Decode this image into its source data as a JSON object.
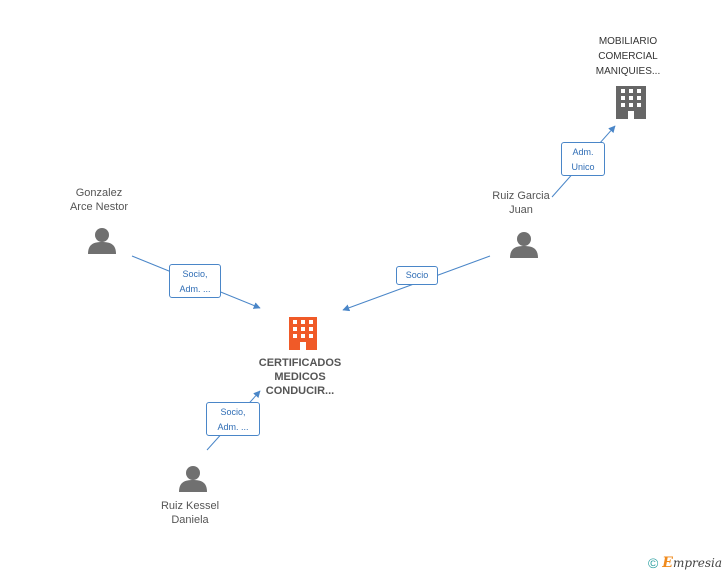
{
  "nodes": {
    "main_company": {
      "name_lines": [
        "CERTIFICADOS",
        "MEDICOS",
        "CONDUCIR..."
      ],
      "icon": "building-icon",
      "color": "#f05a28"
    },
    "other_company": {
      "name_lines": [
        "MOBILIARIO",
        "COMERCIAL",
        "MANIQUIES..."
      ],
      "icon": "building-icon",
      "color": "#666666"
    },
    "person_gonzalez": {
      "name_lines": [
        "Gonzalez",
        "Arce Nestor"
      ],
      "icon": "person-icon"
    },
    "person_ruiz_garcia": {
      "name_lines": [
        "Ruiz Garcia",
        "Juan"
      ],
      "icon": "person-icon"
    },
    "person_ruiz_kessel": {
      "name_lines": [
        "Ruiz Kessel",
        "Daniela"
      ],
      "icon": "person-icon"
    }
  },
  "relations": {
    "gonzalez_to_main": {
      "lines": [
        "Socio,",
        "Adm. ..."
      ]
    },
    "ruiz_garcia_to_main": {
      "lines": [
        "Socio"
      ]
    },
    "ruiz_garcia_to_other": {
      "lines": [
        "Adm.",
        "Unico"
      ]
    },
    "ruiz_kessel_to_main": {
      "lines": [
        "Socio,",
        "Adm. ..."
      ]
    }
  },
  "colors": {
    "edge": "#4a86c8",
    "person": "#707070",
    "accent": "#f05a28"
  },
  "footer": {
    "copyright": "©",
    "brand_first": "E",
    "brand_rest": "mpresia"
  }
}
